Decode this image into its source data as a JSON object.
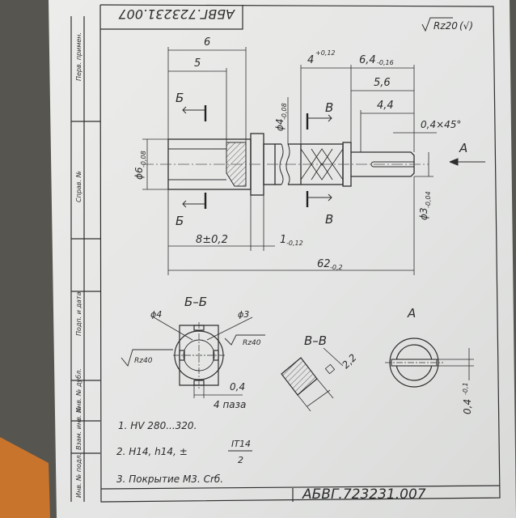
{
  "drawing": {
    "doc_code_rotated": "АБВГ.723231.007",
    "doc_code": "АБВГ.723231.007",
    "roughness": "Rz20",
    "roughness_paren": "(√)",
    "sidebar": {
      "perv_primen": "Перв. примен.",
      "sprav": "Справ. №",
      "podp_data_1": "Подп. и дата",
      "inv_dubl": "Инв. № дубл.",
      "vzam_inv": "Взам. инв. №",
      "inv_podl": "Инв. № подл."
    },
    "dims": {
      "d6": "6",
      "d5": "5",
      "d4_main": "4",
      "d4_tol": "+0,12",
      "d64_main": "6,4",
      "d64_tol": "-0,16",
      "d56": "5,6",
      "d44": "4,4",
      "chamfer": "0,4×45°",
      "phi4_main": "ϕ4",
      "phi4_tol": "-0,08",
      "phi6_main": "ϕ6",
      "phi6_tol": "-0,08",
      "phi3_main": "ϕ3",
      "phi3_tol": "-0,04",
      "d8": "8±0,2",
      "d1_main": "1",
      "d1_tol": "-0,12",
      "d62_main": "62",
      "d62_tol": "-0,2",
      "sec_b": "Б",
      "sec_v": "В",
      "view_a": "А"
    },
    "sections": {
      "bb_title": "Б–Б",
      "bb_phi4": "ϕ4",
      "bb_phi3": "ϕ3",
      "bb_rz_left": "Rz40",
      "bb_rz_right": "Rz40",
      "bb_04": "0,4",
      "bb_4paza": "4 паза",
      "vv_title": "В–В",
      "vv_22": "2,2",
      "a_title": "А",
      "a_04": "0,4",
      "a_04_tol": "-0,1"
    },
    "notes": {
      "n1": "1. HV 280...320.",
      "n2_prefix": "2. H14, h14, ±",
      "n2_num": "IT14",
      "n2_den": "2",
      "n3": "3. Покрытие М3. Сrб."
    }
  }
}
